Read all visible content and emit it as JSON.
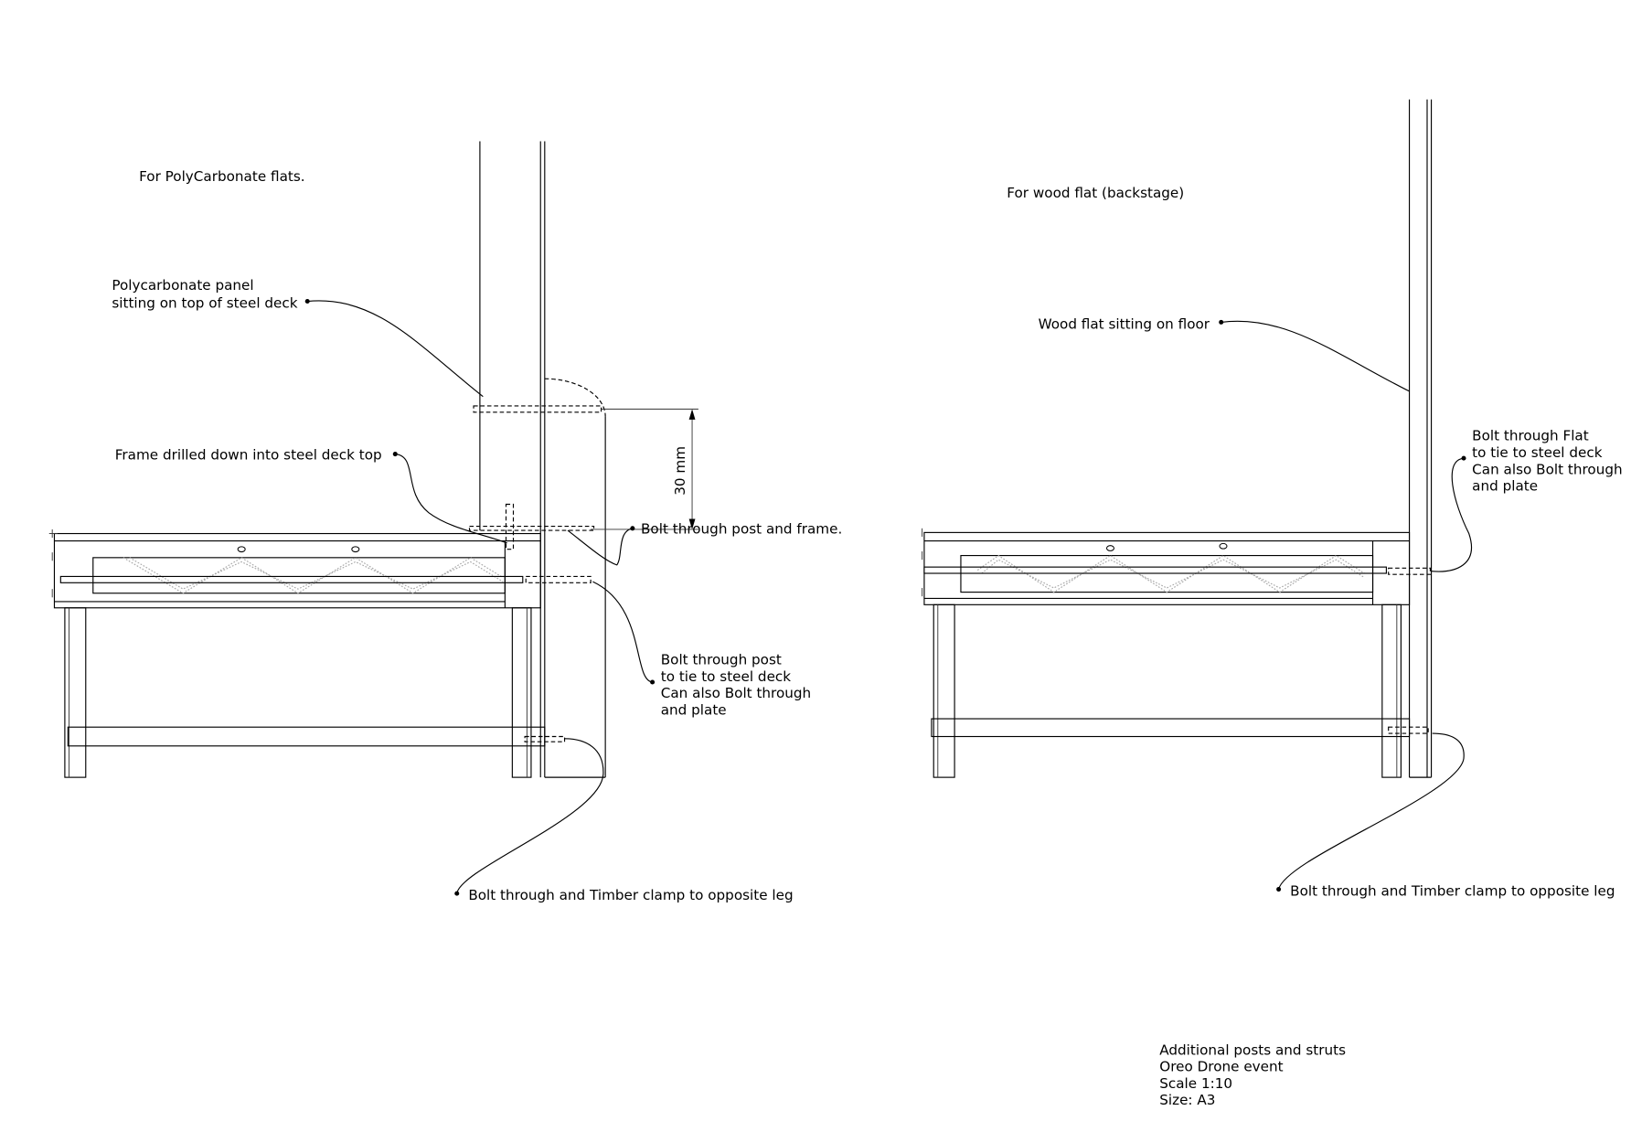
{
  "left": {
    "heading": "For PolyCarbonate flats.",
    "panel_note": [
      "Polycarbonate panel",
      "sitting on top of steel deck"
    ],
    "frame_note": "Frame drilled down into steel deck top",
    "dimension": "30 mm",
    "bolt_post_frame": "Bolt through post and frame.",
    "bolt_post_note": [
      "Bolt through post",
      "to tie to steel deck",
      "Can also Bolt through",
      "and plate"
    ],
    "clamp_note": "Bolt through and Timber clamp to opposite leg"
  },
  "right": {
    "heading": "For wood flat (backstage)",
    "flat_note": "Wood flat sitting on floor",
    "bolt_flat_note": [
      "Bolt through Flat",
      "to tie to steel deck",
      "Can also Bolt through",
      "and plate"
    ],
    "clamp_note": "Bolt through and Timber clamp to opposite leg"
  },
  "title_block": {
    "lines": [
      "Additional posts and struts",
      "Oreo Drone event",
      "Scale 1:10",
      "Size: A3"
    ]
  }
}
